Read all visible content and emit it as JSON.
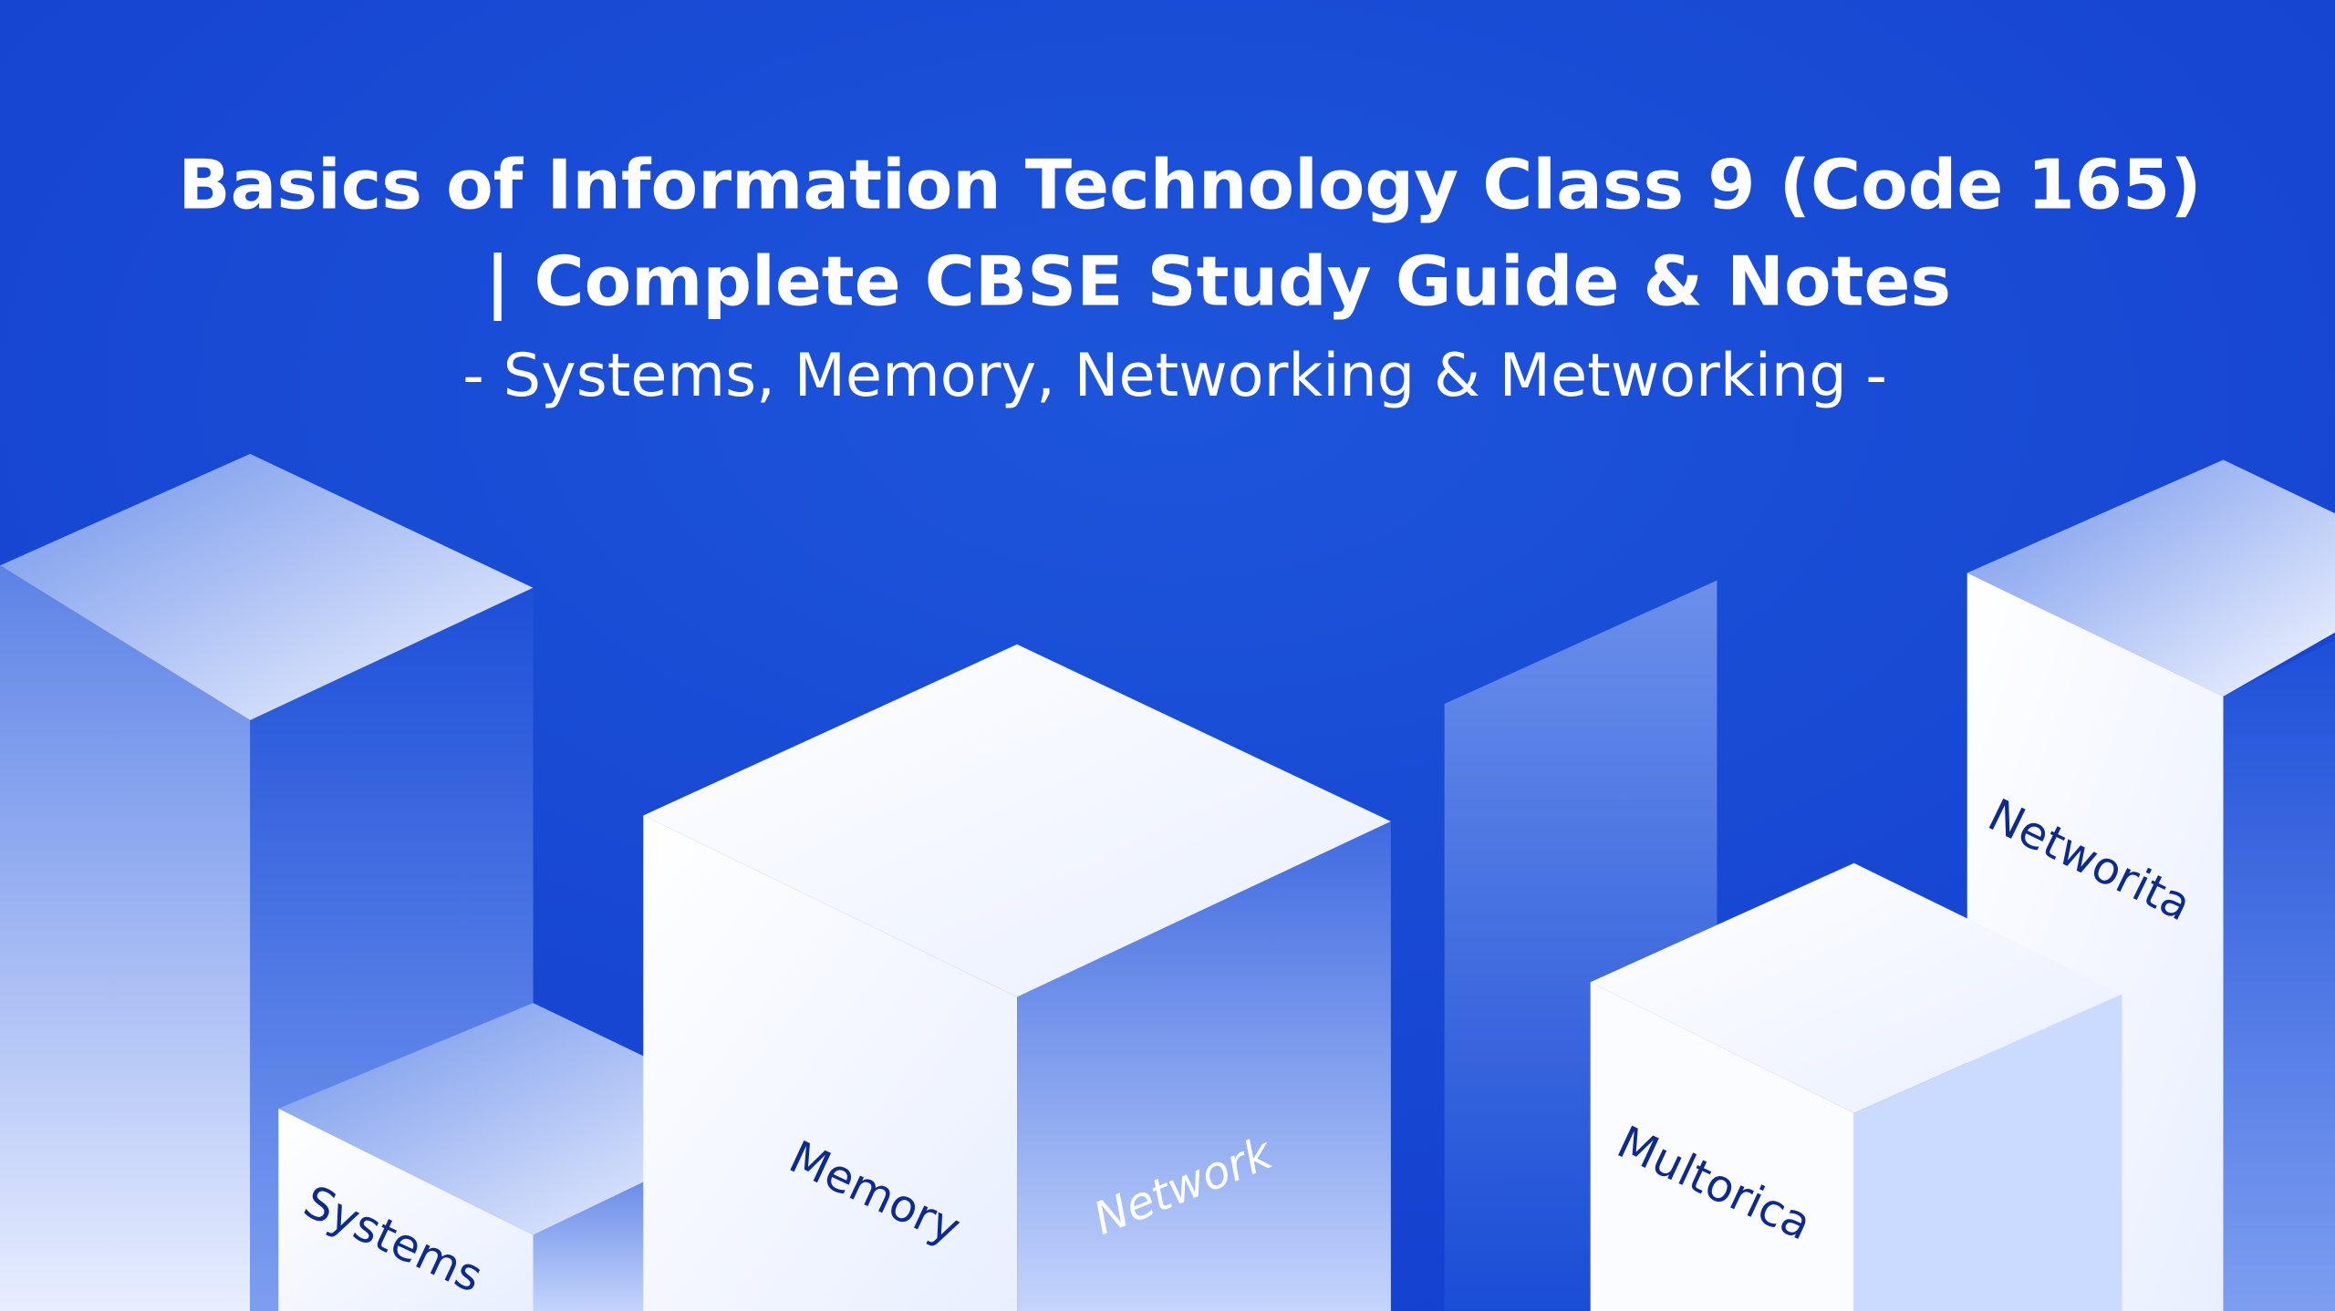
{
  "banner": {
    "title_line1": "Basics of Information Technology Class 9 (Code 165)",
    "title_line2": "| Complete CBSE Study Guide & Notes",
    "subtitle": "- Systems, Memory, Networking & Metworking -"
  },
  "blocks": [
    {
      "label": "Systems"
    },
    {
      "label": "Memory"
    },
    {
      "label": "Network"
    },
    {
      "label": "Multorica"
    },
    {
      "label": "Networita"
    }
  ],
  "colors": {
    "background": "#1a4fd6",
    "block_light": "#f4f7ff",
    "label_dark": "#0d2a8f"
  }
}
